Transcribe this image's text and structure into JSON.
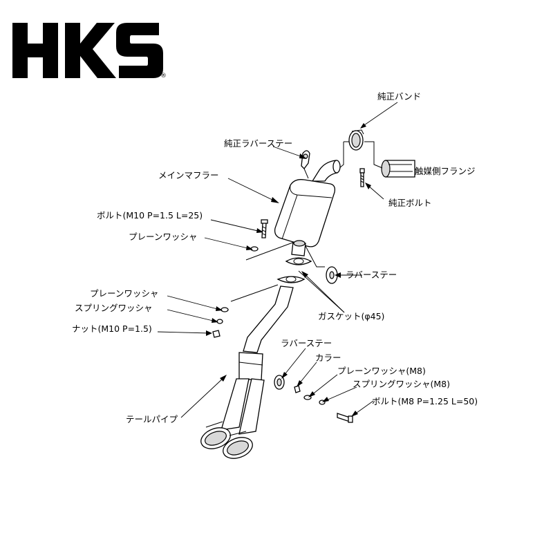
{
  "brand": {
    "logo_text": "HKS",
    "registered_mark": "®"
  },
  "colors": {
    "ink": "#000000",
    "background": "#ffffff",
    "shading": "#d8d8d8"
  },
  "labels": {
    "oem_band": "純正バンド",
    "oem_rubber_stay": "純正ラバーステー",
    "main_muffler": "メインマフラー",
    "catalyst_flange": "触媒側フランジ",
    "oem_bolt": "純正ボルト",
    "bolt_m10": "ボルト(M10 P=1.5 L=25)",
    "plain_washer_1": "プレーンワッシャ",
    "rubber_stay_1": "ラバーステー",
    "plain_washer_2": "プレーンワッシャ",
    "spring_washer_1": "スプリングワッシャ",
    "nut_m10": "ナット(M10 P=1.5)",
    "gasket": "ガスケット(φ45)",
    "rubber_stay_2": "ラバーステー",
    "collar": "カラー",
    "plain_washer_m8": "プレーンワッシャ(M8)",
    "spring_washer_m8": "スプリングワッシャ(M8)",
    "bolt_m8": "ボルト(M8 P=1.25 L=50)",
    "tail_pipe": "テールパイプ"
  }
}
